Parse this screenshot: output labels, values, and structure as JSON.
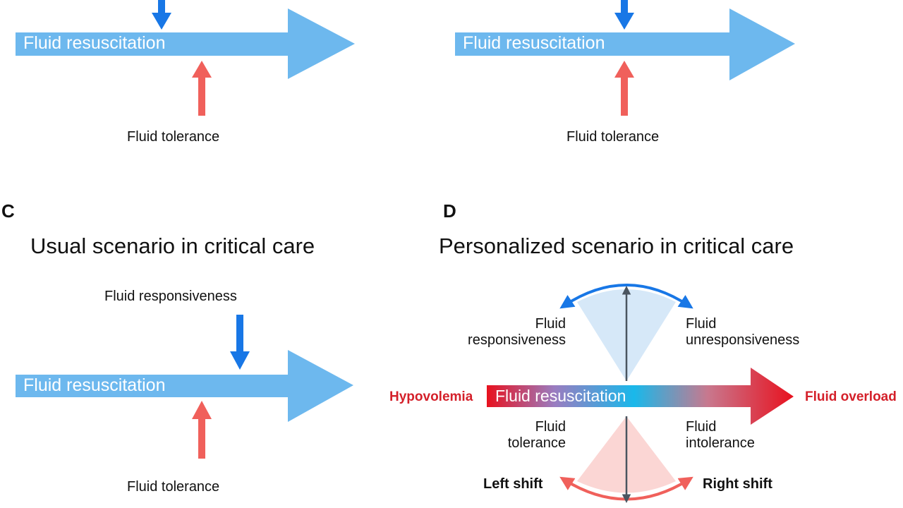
{
  "panel_a": {
    "arrow_label": "Fluid resuscitation",
    "bottom_label": "Fluid tolerance"
  },
  "panel_b": {
    "arrow_label": "Fluid resuscitation",
    "bottom_label": "Fluid tolerance"
  },
  "panel_c": {
    "letter": "C",
    "title": "Usual scenario in critical care",
    "top_label": "Fluid responsiveness",
    "arrow_label": "Fluid resuscitation",
    "bottom_label": "Fluid tolerance"
  },
  "panel_d": {
    "letter": "D",
    "title": "Personalized scenario in critical care",
    "top_left_label": [
      "Fluid",
      "responsiveness"
    ],
    "top_right_label": [
      "Fluid",
      "unresponsiveness"
    ],
    "bottom_left_label": [
      "Fluid",
      "tolerance"
    ],
    "bottom_right_label": [
      "Fluid",
      "intolerance"
    ],
    "left_end": "Hypovolemia",
    "right_end": "Fluid overload",
    "arrow_label": "Fluid resuscitation",
    "left_shift": "Left shift",
    "right_shift": "Right shift"
  },
  "colors": {
    "arrow_blue": "#6db8ee",
    "responsiveness_blue": "#1877e6",
    "tolerance_red": "#f0605b",
    "overload_red": "#e8111e"
  }
}
